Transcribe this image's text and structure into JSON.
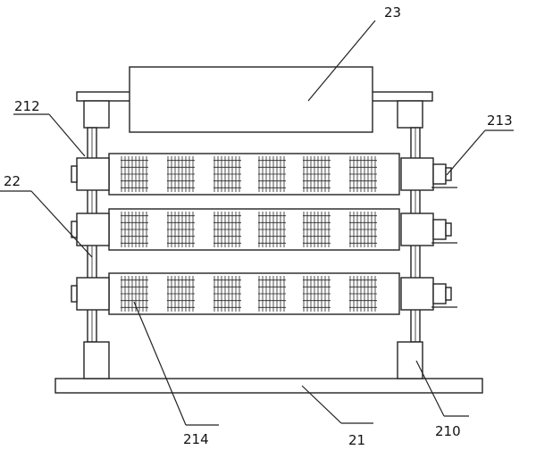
{
  "labels": {
    "top_roller": "23",
    "upper_left_bearing": "212",
    "right_motor": "213",
    "left_column": "22",
    "roller_teeth": "214",
    "base_plate": "21",
    "right_support": "210"
  }
}
